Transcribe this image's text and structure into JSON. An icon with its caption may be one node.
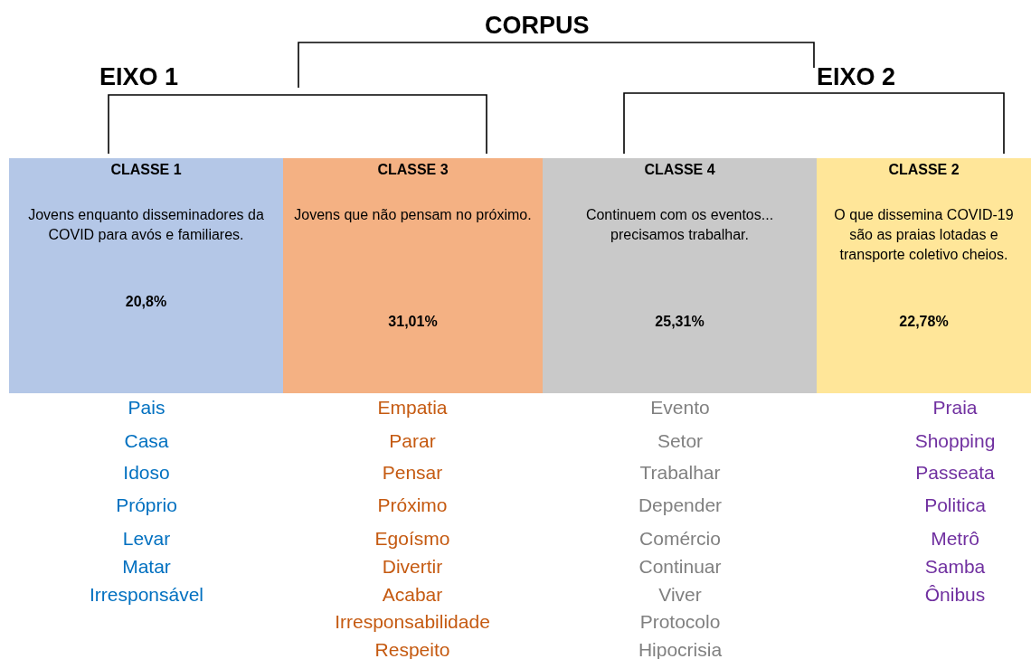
{
  "diagram": {
    "title": "CORPUS",
    "nodes": [
      {
        "text": [
          "CLASSE 1",
          "Jovens enquanto disseminadores da COVID para avós e familiares.",
          "20,8%"
        ],
        "beside": [
          "Pais",
          "Casa",
          "Idoso",
          "Próprio",
          "Levar",
          "Matar",
          "Irresponsável"
        ]
      },
      {
        "text": [
          "CLASSE 3",
          "Jovens que não pensam no próximo.",
          "31,01%"
        ],
        "beside": [
          "Empatia",
          "Parar",
          "Pensar",
          "Próximo",
          "Egoísmo",
          "Divertir",
          "Acabar",
          "Irresponsabilidade",
          "Respeito"
        ]
      },
      {
        "text": [
          "CLASSE 4",
          "Continuem com os eventos... precisamos trabalhar.",
          "25,31%"
        ],
        "beside": [
          "Evento",
          "Setor",
          "Trabalhar",
          "Depender",
          "Comércio",
          "Continuar",
          "Viver",
          "Protocolo",
          "Hipocrisia"
        ]
      },
      {
        "text": [
          "CLASSE 2",
          "O que dissemina COVID-19 são as praias lotadas e transporte coletivo cheios.",
          "22,78%"
        ],
        "beside": [
          "Praia",
          "Shopping",
          "Passeata",
          "Politica",
          "Metrô",
          "Samba",
          "Ônibus"
        ]
      }
    ],
    "labels": [
      "EIXO 1",
      "EIXO 2"
    ]
  }
}
